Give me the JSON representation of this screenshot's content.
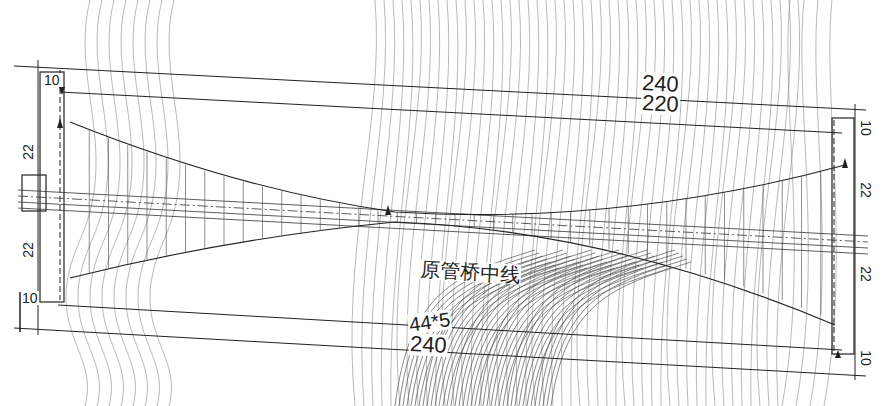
{
  "diagram": {
    "labels": [
      "240",
      "220",
      "10",
      "22",
      "22",
      "10",
      "10",
      "22",
      "22",
      "10",
      "原管桥中线",
      "44*5",
      "240"
    ]
  }
}
